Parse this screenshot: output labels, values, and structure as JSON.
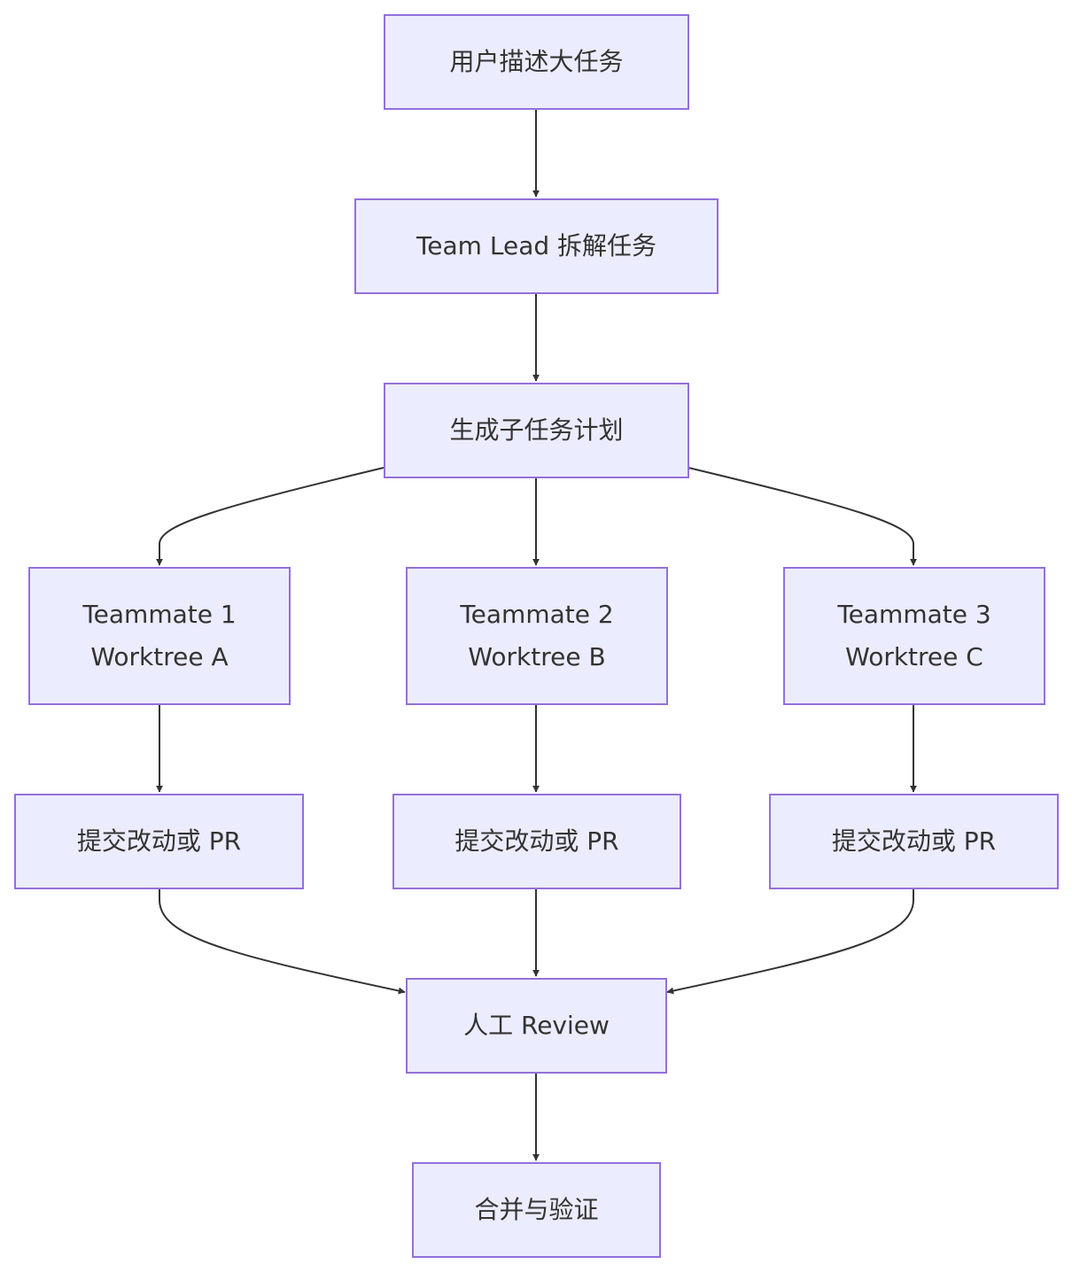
{
  "diagram": {
    "nodes": {
      "start": {
        "label": "用户描述大任务"
      },
      "lead": {
        "label": "Team Lead 拆解任务"
      },
      "plan": {
        "label": "生成子任务计划"
      },
      "tm1": {
        "line1": "Teammate 1",
        "line2": "Worktree A"
      },
      "tm2": {
        "line1": "Teammate 2",
        "line2": "Worktree B"
      },
      "tm3": {
        "line1": "Teammate 3",
        "line2": "Worktree C"
      },
      "pr1": {
        "label": "提交改动或 PR"
      },
      "pr2": {
        "label": "提交改动或 PR"
      },
      "pr3": {
        "label": "提交改动或 PR"
      },
      "review": {
        "label": "人工 Review"
      },
      "merge": {
        "label": "合并与验证"
      }
    },
    "edges": [
      {
        "from": "start",
        "to": "lead"
      },
      {
        "from": "lead",
        "to": "plan"
      },
      {
        "from": "plan",
        "to": "tm1"
      },
      {
        "from": "plan",
        "to": "tm2"
      },
      {
        "from": "plan",
        "to": "tm3"
      },
      {
        "from": "tm1",
        "to": "pr1"
      },
      {
        "from": "tm2",
        "to": "pr2"
      },
      {
        "from": "tm3",
        "to": "pr3"
      },
      {
        "from": "pr1",
        "to": "review"
      },
      {
        "from": "pr2",
        "to": "review"
      },
      {
        "from": "pr3",
        "to": "review"
      },
      {
        "from": "review",
        "to": "merge"
      }
    ],
    "colors": {
      "node_fill": "#ececff",
      "node_border": "#9370db",
      "edge": "#333333",
      "text": "#333333"
    }
  }
}
